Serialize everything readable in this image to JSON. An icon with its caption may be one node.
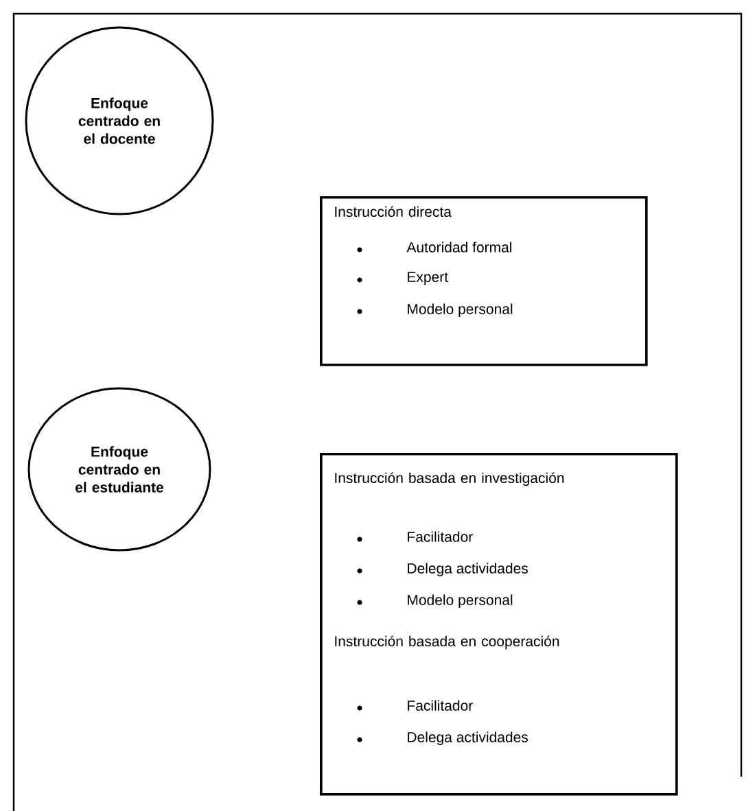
{
  "diagram": {
    "nodes": [
      {
        "text": [
          "Enfoque centrado en el docente"
        ]
      },
      {
        "text": [
          "Instrucción directa",
          "Autoridad formal",
          "Expert",
          "Modelo personal"
        ]
      },
      {
        "text": [
          "Enfoque centrado en el estudiante"
        ]
      },
      {
        "text": [
          "Instrucción basada en investigación",
          "Facilitador",
          "Delega actividades",
          "Modelo personal",
          "Instrucción basada en cooperación",
          "Facilitador",
          "Delega actividades"
        ]
      }
    ]
  }
}
